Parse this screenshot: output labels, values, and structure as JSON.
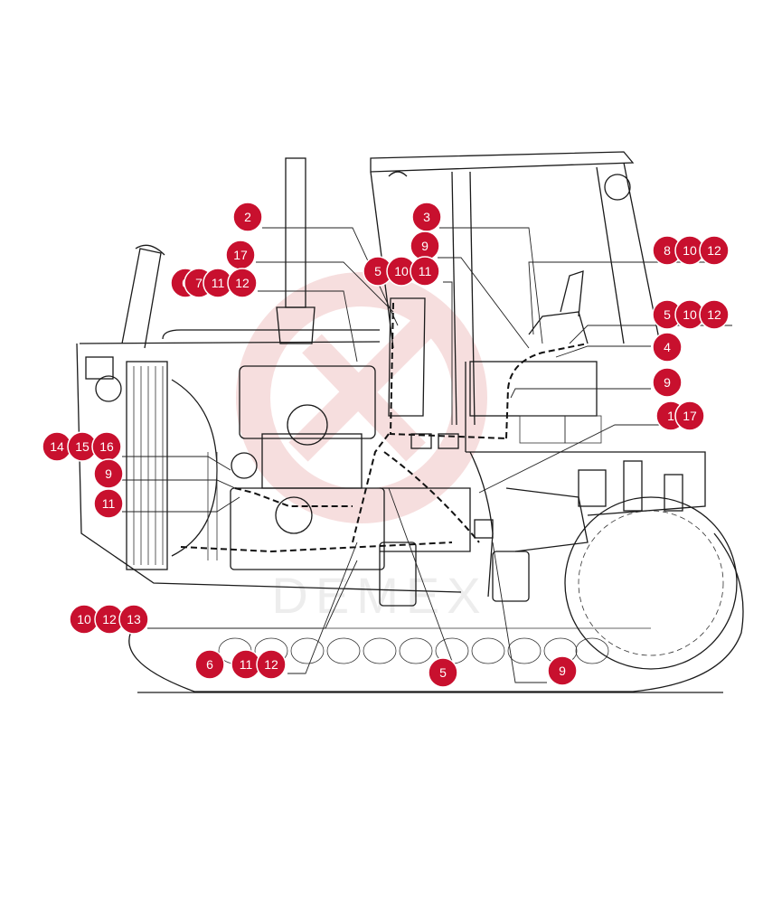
{
  "colors": {
    "callout": "#c8102e",
    "line": "#1a1a1a",
    "watermark": "#e9b8b8"
  },
  "watermark": {
    "text": "DEMEX"
  },
  "callouts": [
    {
      "id": "c1",
      "label": "2"
    },
    {
      "id": "c2",
      "label": "3"
    },
    {
      "id": "c3",
      "label": "9"
    },
    {
      "id": "c4",
      "label": "8"
    },
    {
      "id": "c5",
      "label": "10"
    },
    {
      "id": "c6",
      "label": "12"
    },
    {
      "id": "c7",
      "label": "17"
    },
    {
      "id": "c8",
      "label": "5"
    },
    {
      "id": "c9",
      "label": "10"
    },
    {
      "id": "c10",
      "label": "11"
    },
    {
      "id": "c11",
      "label": "6"
    },
    {
      "id": "c12",
      "label": "7"
    },
    {
      "id": "c13",
      "label": "11"
    },
    {
      "id": "c14",
      "label": "12"
    },
    {
      "id": "c15",
      "label": "5"
    },
    {
      "id": "c16",
      "label": "10"
    },
    {
      "id": "c17",
      "label": "12"
    },
    {
      "id": "c18",
      "label": "4"
    },
    {
      "id": "c19",
      "label": "9"
    },
    {
      "id": "c20",
      "label": "1"
    },
    {
      "id": "c21",
      "label": "17"
    },
    {
      "id": "c22",
      "label": "14"
    },
    {
      "id": "c23",
      "label": "15"
    },
    {
      "id": "c24",
      "label": "16"
    },
    {
      "id": "c25",
      "label": "9"
    },
    {
      "id": "c26",
      "label": "11"
    },
    {
      "id": "c27",
      "label": "10"
    },
    {
      "id": "c28",
      "label": "12"
    },
    {
      "id": "c29",
      "label": "13"
    },
    {
      "id": "c30",
      "label": "6"
    },
    {
      "id": "c31",
      "label": "11"
    },
    {
      "id": "c32",
      "label": "12"
    },
    {
      "id": "c33",
      "label": "5"
    },
    {
      "id": "c34",
      "label": "9"
    }
  ]
}
